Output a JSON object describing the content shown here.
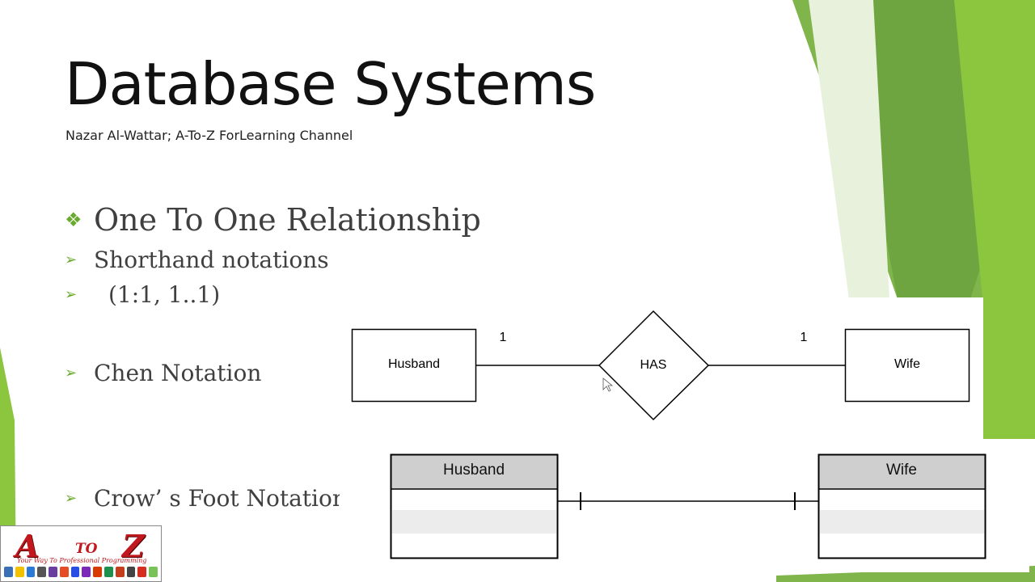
{
  "slide": {
    "title": "Database Systems",
    "subtitle": "Nazar Al-Wattar; A-To-Z ForLearning Channel",
    "main_bullet": "One To One Relationship",
    "bullets": [
      {
        "text": "Shorthand notations"
      },
      {
        "text": "(1:1, 1..1)"
      },
      {
        "text": "Chen Notation"
      },
      {
        "text": "Crow’ s Foot Notation"
      }
    ],
    "accent_color": "#6aab2f"
  },
  "chen": {
    "left_entity": "Husband",
    "relationship": "HAS",
    "right_entity": "Wife",
    "left_cardinality": "1",
    "right_cardinality": "1"
  },
  "crows_foot": {
    "left_table": "Husband",
    "right_table": "Wife"
  },
  "logo": {
    "letter_a": "A",
    "to": "TO",
    "letter_z": "Z",
    "tagline": "Your Way To Professional Programming"
  }
}
